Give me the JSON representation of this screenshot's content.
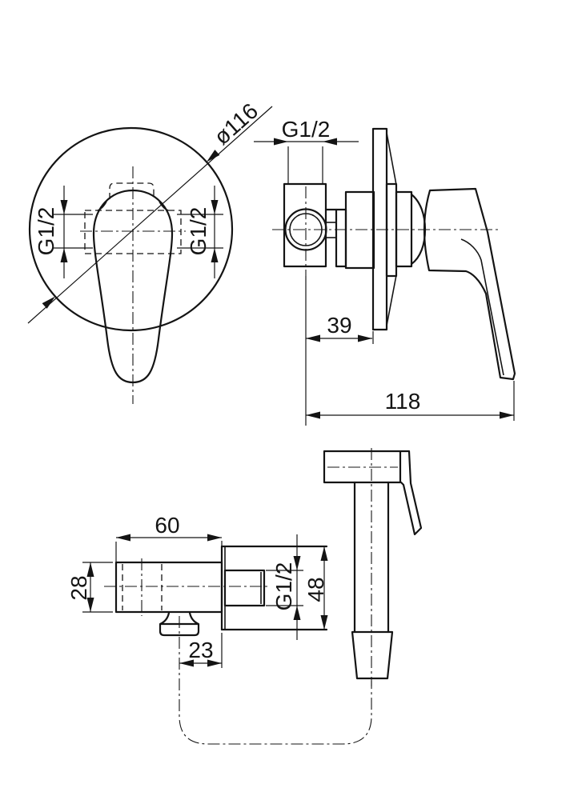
{
  "colors": {
    "background": "#ffffff",
    "line": "#141414"
  },
  "views": {
    "front": {
      "diameter": "ø116",
      "left_port": "G1/2",
      "right_port": "G1/2"
    },
    "side": {
      "inlet": "G1/2",
      "plate_offset": "39",
      "total_depth": "118"
    },
    "outlet": {
      "body_length": "60",
      "body_height": "28",
      "port": "G1/2",
      "flange": "48",
      "spout_offset": "23"
    }
  }
}
